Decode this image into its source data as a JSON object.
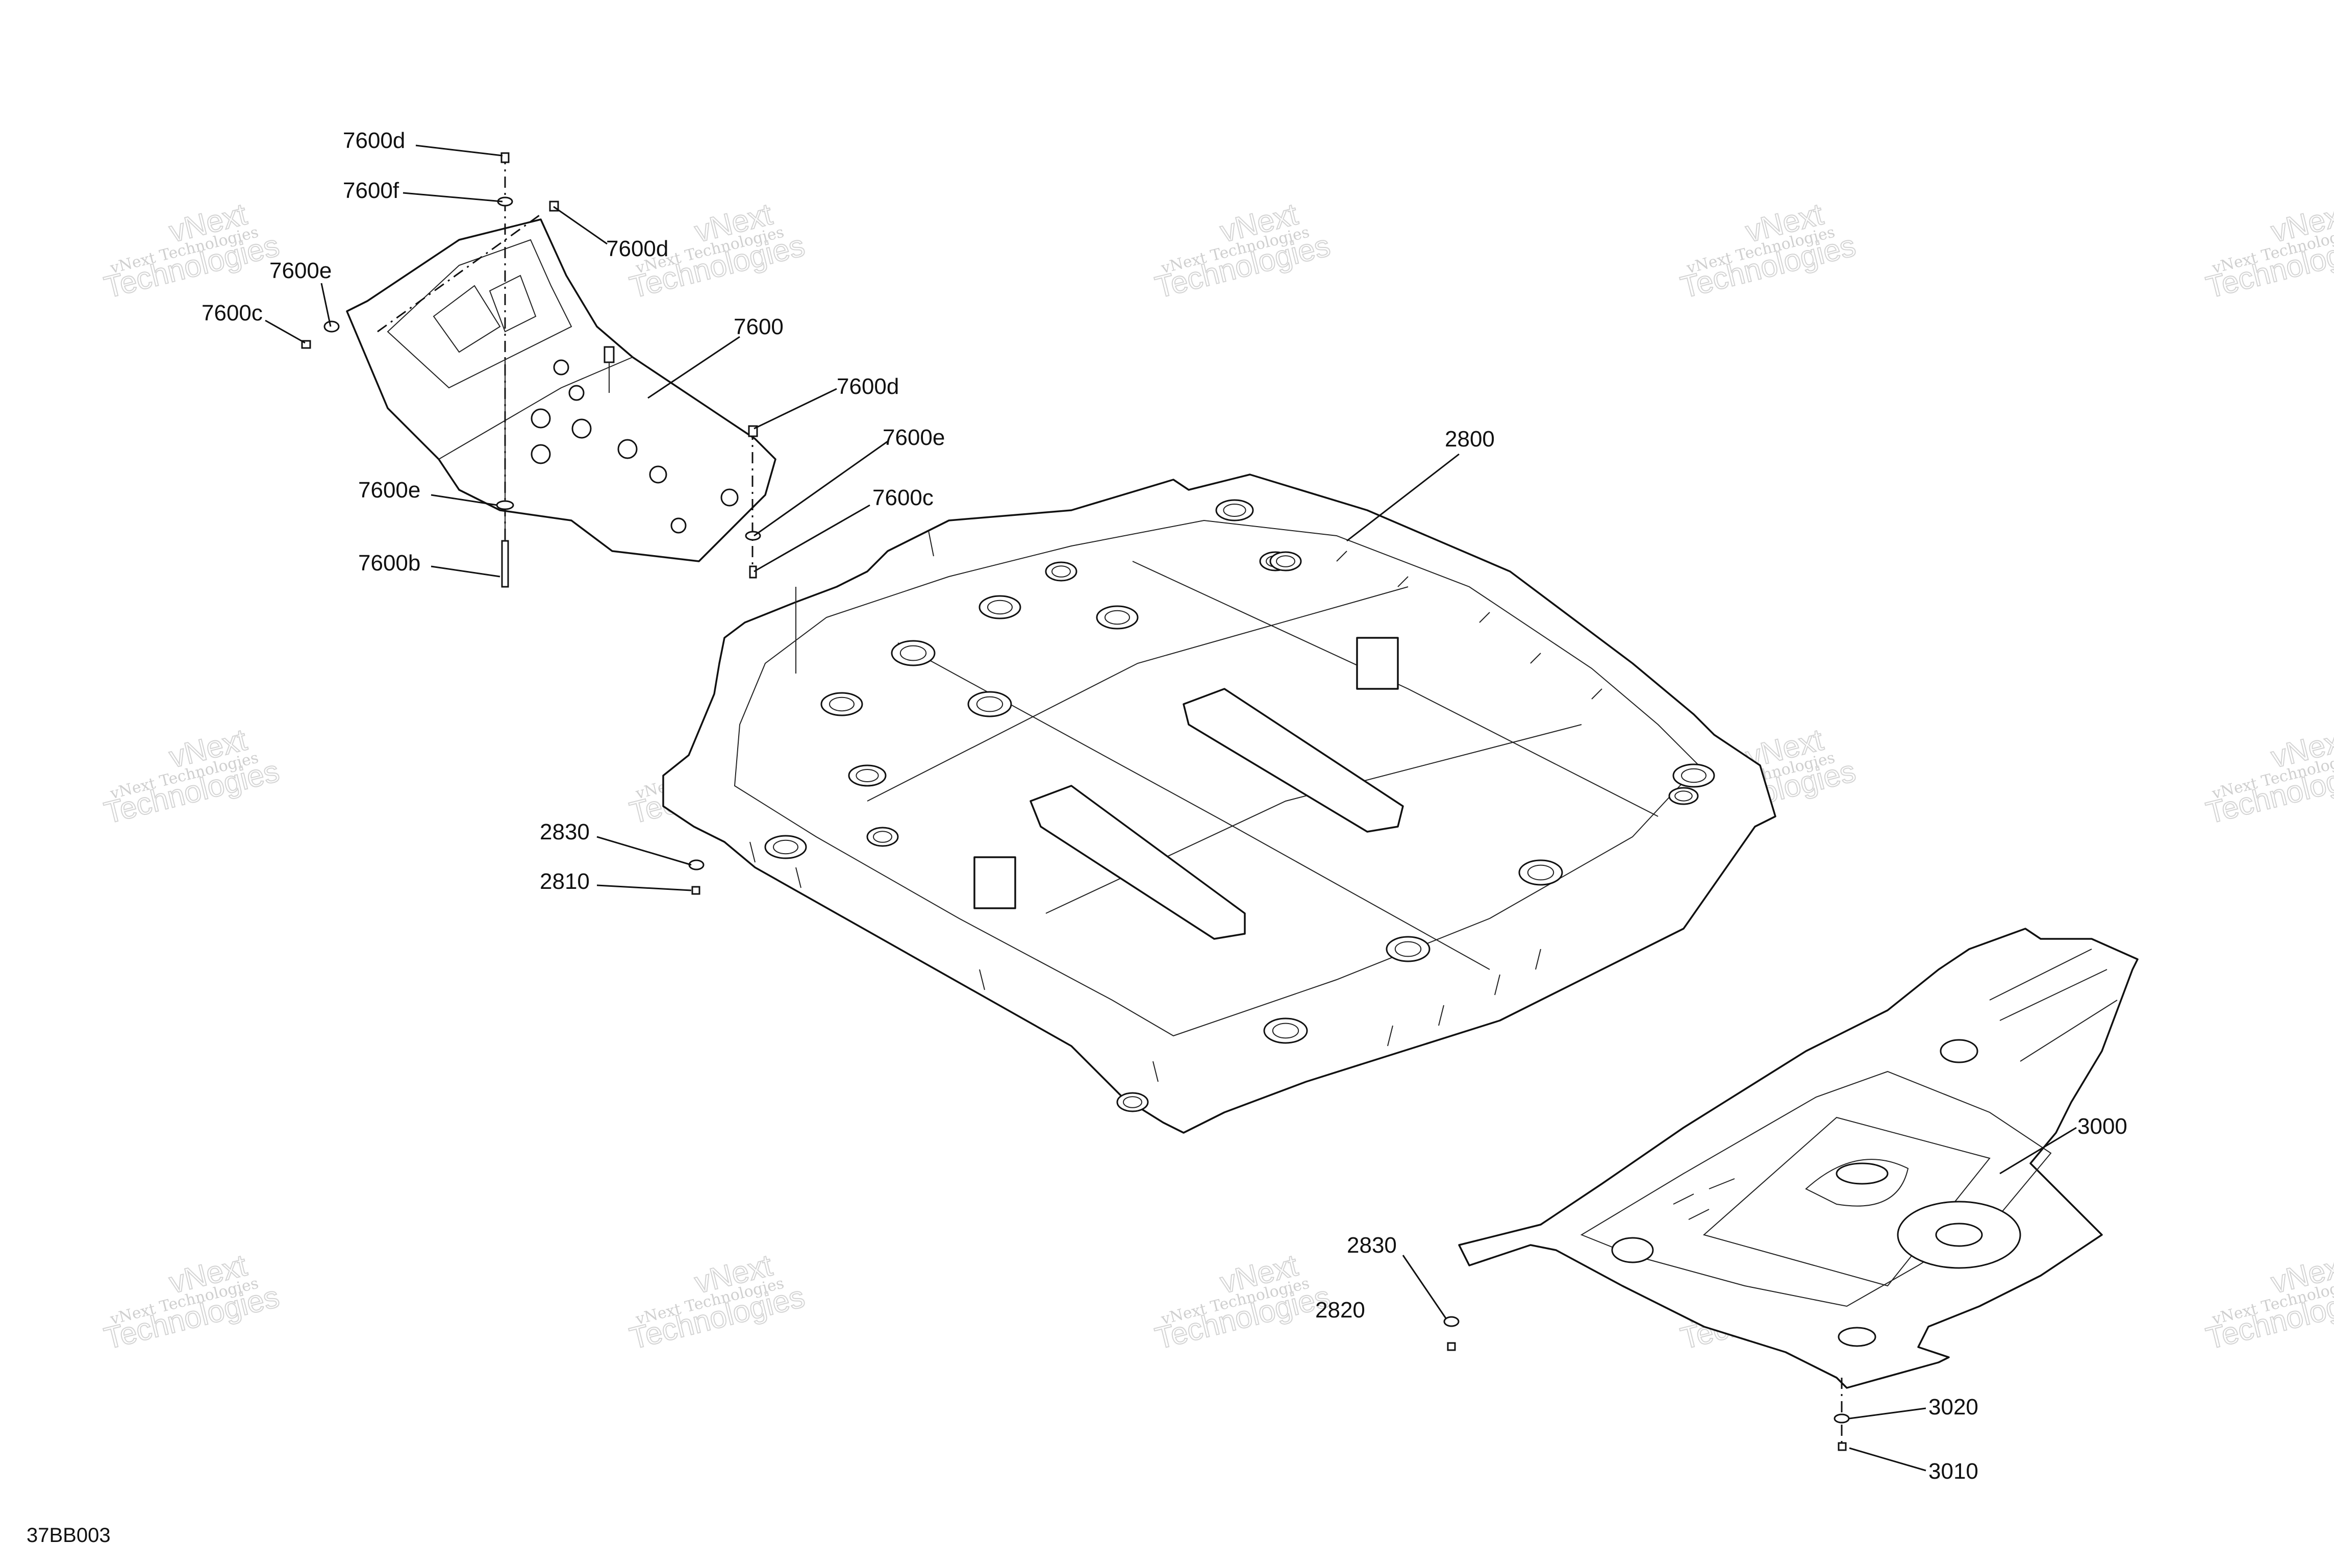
{
  "figure_code": "37BB003",
  "watermark": {
    "line1": "vNext Technologies",
    "line2": "vNext",
    "line3": "Technologies"
  },
  "callouts": {
    "c7600d_top": "7600d",
    "c7600f": "7600f",
    "c7600d_mid": "7600d",
    "c7600e_left": "7600e",
    "c7600c_left": "7600c",
    "c7600": "7600",
    "c7600d_right": "7600d",
    "c7600e_right": "7600e",
    "c7600c_right": "7600c",
    "c7600e_bottom": "7600e",
    "c7600b": "7600b",
    "c2800": "2800",
    "c2830_left": "2830",
    "c2810": "2810",
    "c3000": "3000",
    "c2830_right": "2830",
    "c2820": "2820",
    "c3020": "3020",
    "c3010": "3010"
  },
  "colors": {
    "line": "#111111",
    "watermark": "#cfcfcf"
  }
}
